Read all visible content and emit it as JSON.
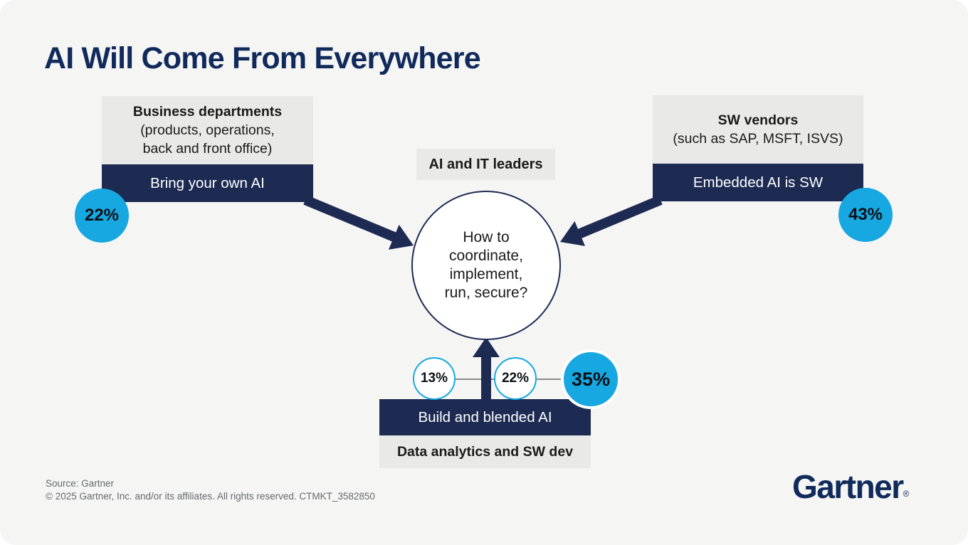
{
  "title": "AI Will Come From Everywhere",
  "left_box": {
    "title": "Business departments",
    "subtitle_line1": "(products, operations,",
    "subtitle_line2": "back and front office)",
    "bar_label": "Bring your own AI",
    "percent": "22%"
  },
  "right_box": {
    "title": "SW vendors",
    "subtitle_line1": "(such as SAP, MSFT, ISVS)",
    "bar_label": "Embedded AI is SW",
    "percent": "43%"
  },
  "center": {
    "label": "AI and IT leaders",
    "circle_lines": [
      "How to",
      "coordinate,",
      "implement,",
      "run, secure?"
    ]
  },
  "bottom": {
    "percents": [
      "13%",
      "22%",
      "35%"
    ],
    "bar_label": "Build and blended AI",
    "box_label": "Data analytics and SW dev"
  },
  "footer": {
    "source": "Source: Gartner",
    "copyright": "© 2025 Gartner, Inc. and/or its affiliates. All rights reserved. CTMKT_3582850",
    "logo_text": "Gartner",
    "logo_mark": "®"
  },
  "colors": {
    "navy": "#1d2b53",
    "title_navy": "#112a5c",
    "cyan": "#17a8e1",
    "gray_box": "#e9e9e8",
    "background": "#f5f5f4"
  }
}
